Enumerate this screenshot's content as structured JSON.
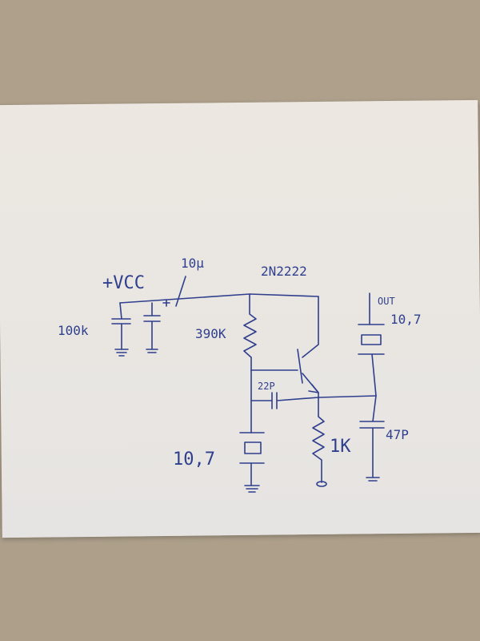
{
  "paper_color": "#e9e6e2",
  "background_color": "#a99a86",
  "ink_color": "#2f3f8e",
  "labels": {
    "supply": "+VCC",
    "supply_cap": "10μ",
    "transistor": "2N2222",
    "bias_resistor": "390K",
    "decoupling_cap": "100k",
    "feedback_cap": "22P",
    "input_crystal": "10,7",
    "emitter_resistor": "1K",
    "output": "OUT",
    "output_filter": "10,7",
    "output_cap": "47P"
  }
}
